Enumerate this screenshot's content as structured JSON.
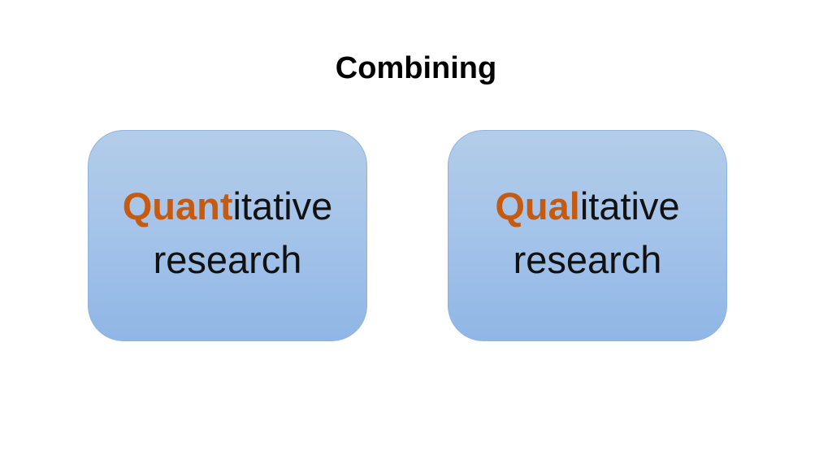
{
  "title": "Combining",
  "colors": {
    "highlight": "#c55a11",
    "box_fill": "#a4c3e9",
    "box_border": "#8fb3e0"
  },
  "boxes": [
    {
      "highlight": "Quant",
      "rest": "itative",
      "line2": "research"
    },
    {
      "highlight": "Qual",
      "rest": "itative",
      "line2": "research"
    }
  ]
}
